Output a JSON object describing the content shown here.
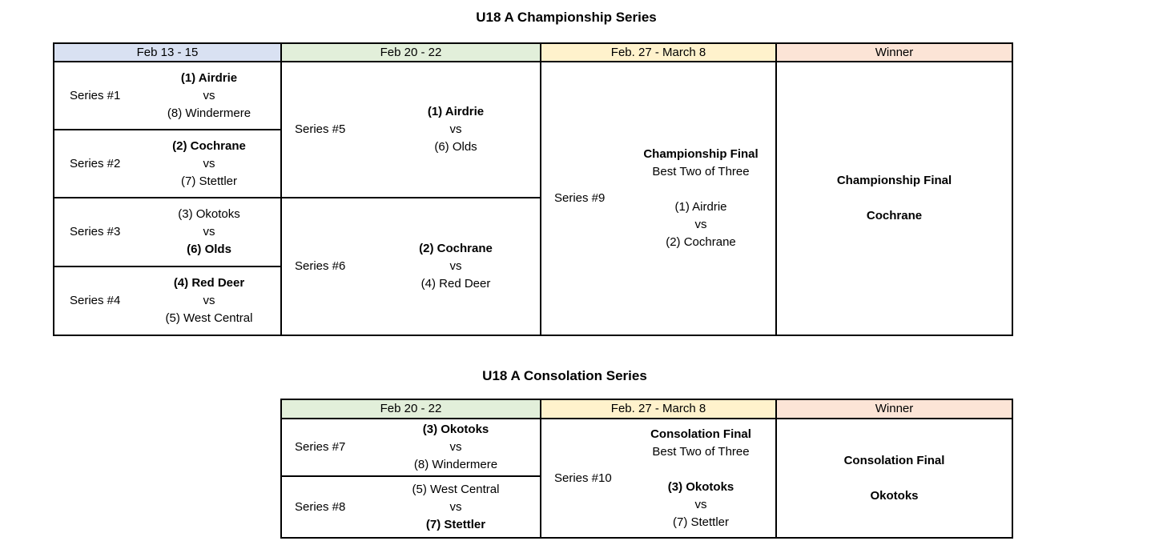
{
  "championship": {
    "title": "U18 A Championship Series",
    "headers": [
      {
        "label": "Feb 13 - 15",
        "color": "#d9e1f2"
      },
      {
        "label": "Feb 20 - 22",
        "color": "#e2efda"
      },
      {
        "label": "Feb. 27 - March 8",
        "color": "#fff2cc"
      },
      {
        "label": "Winner",
        "color": "#fce4d6"
      }
    ],
    "series1": {
      "label": "Series #1",
      "team1": "(1) Airdrie",
      "team1_bold": true,
      "vs": "vs",
      "team2": "(8) Windermere",
      "team2_bold": false
    },
    "series2": {
      "label": "Series #2",
      "team1": "(2) Cochrane",
      "team1_bold": true,
      "vs": "vs",
      "team2": "(7) Stettler",
      "team2_bold": false
    },
    "series3": {
      "label": "Series #3",
      "team1": "(3) Okotoks",
      "team1_bold": false,
      "vs": "vs",
      "team2": "(6) Olds",
      "team2_bold": true
    },
    "series4": {
      "label": "Series #4",
      "team1": "(4) Red Deer",
      "team1_bold": true,
      "vs": "vs",
      "team2": "(5) West Central",
      "team2_bold": false
    },
    "series5": {
      "label": "Series #5",
      "team1": "(1) Airdrie",
      "team1_bold": true,
      "vs": "vs",
      "team2": "(6) Olds",
      "team2_bold": false
    },
    "series6": {
      "label": "Series #6",
      "team1": "(2) Cochrane",
      "team1_bold": true,
      "vs": "vs",
      "team2": "(4) Red Deer",
      "team2_bold": false
    },
    "series9": {
      "label": "Series #9",
      "final_title": "Championship Final",
      "final_subtitle": "Best Two of Three",
      "team1": "(1) Airdrie",
      "team1_bold": false,
      "vs": "vs",
      "team2": "(2) Cochrane",
      "team2_bold": false
    },
    "winner": {
      "line1": "Championship Final",
      "line2": "Cochrane"
    }
  },
  "consolation": {
    "title": "U18 A Consolation Series",
    "headers": [
      {
        "label": "Feb 20 - 22",
        "color": "#e2efda"
      },
      {
        "label": "Feb. 27 - March 8",
        "color": "#fff2cc"
      },
      {
        "label": "Winner",
        "color": "#fce4d6"
      }
    ],
    "series7": {
      "label": "Series #7",
      "team1": "(3) Okotoks",
      "team1_bold": true,
      "vs": "vs",
      "team2": "(8) Windermere",
      "team2_bold": false
    },
    "series8": {
      "label": "Series #8",
      "team1": "(5) West Central",
      "team1_bold": false,
      "vs": "vs",
      "team2": "(7) Stettler",
      "team2_bold": true
    },
    "series10": {
      "label": "Series #10",
      "final_title": "Consolation Final",
      "final_subtitle": "Best Two of Three",
      "team1": "(3) Okotoks",
      "team1_bold": true,
      "vs": "vs",
      "team2": "(7) Stettler",
      "team2_bold": false
    },
    "winner": {
      "line1": "Consolation Final",
      "line2": "Okotoks"
    }
  }
}
